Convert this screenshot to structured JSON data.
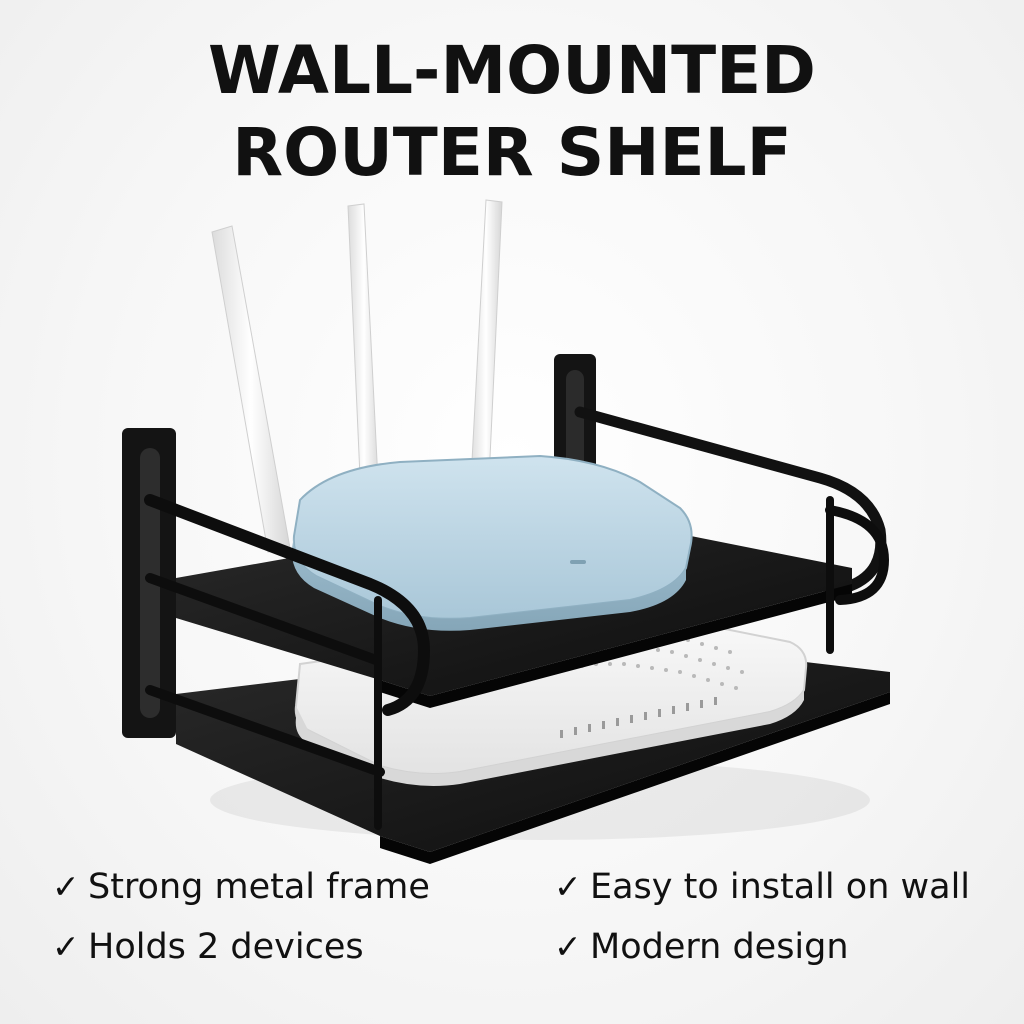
{
  "title": {
    "line1": "WALL-MOUNTED",
    "line2": "ROUTER SHELF"
  },
  "features": [
    {
      "check": "✓",
      "text": "Strong metal frame"
    },
    {
      "check": "✓",
      "text": "Holds 2 devices"
    },
    {
      "check": "✓",
      "text": "Easy to install on wall"
    },
    {
      "check": "✓",
      "text": "Modern design"
    }
  ],
  "colors": {
    "frame": "#111111",
    "router_top": "#bcd6e4",
    "modem": "#eeeeee",
    "background": "#f6f6f6"
  }
}
